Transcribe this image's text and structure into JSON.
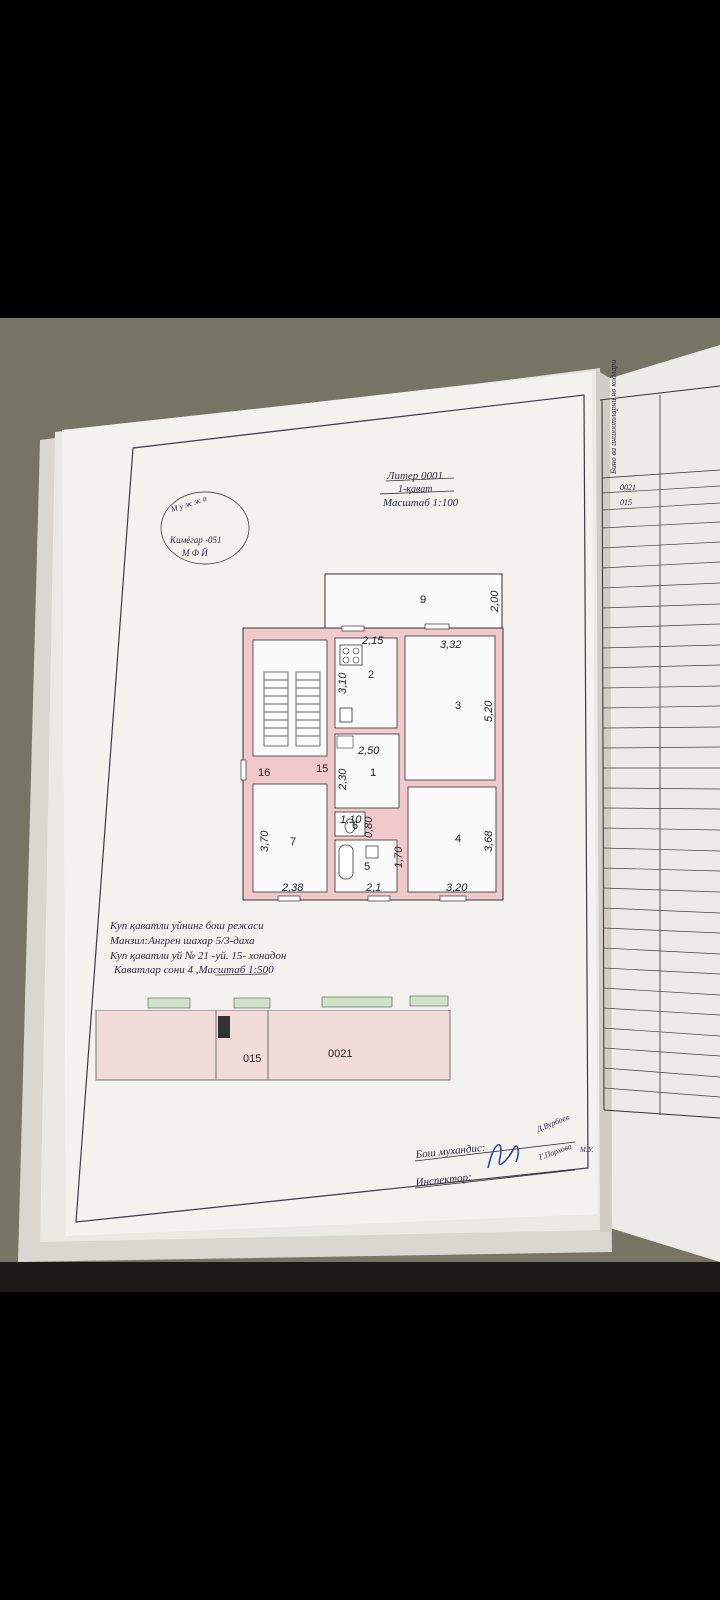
{
  "header": {
    "liter": "Литер 0001",
    "floor": "1-қават",
    "scale": "Масштаб 1:100"
  },
  "stamp": {
    "arc_text": "М у ж ж а",
    "line1": "Кимёгар -051",
    "line2": "М Ф Й"
  },
  "rooms": {
    "r1": "1",
    "r2": "2",
    "r3": "3",
    "r4": "4",
    "r5": "5",
    "r6": "6",
    "r7": "7",
    "r9": "9",
    "r15": "15",
    "r16": "16"
  },
  "dims": {
    "d200": "2,00",
    "d215": "2,15",
    "d332": "3,32",
    "d310": "3,10",
    "d520": "5,20",
    "d250": "2,50",
    "d230": "2,30",
    "d110": "1,10",
    "d080": "0,80",
    "d370": "3,70",
    "d368": "3,68",
    "d170": "1,70",
    "d238": "2,38",
    "d21": "2,1",
    "d320": "3,20"
  },
  "info": {
    "line1": "Куп қаватли уйнинг бош режаси",
    "line2": "Манзил:Ангрен шахар 5/3-даха",
    "line3": "Куп қаватли уй № 21 -уй. 15- хонадон",
    "line4": "Каватлар сони 4 ,Масштаб 1:500"
  },
  "site_plan": {
    "left_label": "015",
    "right_label": "0021"
  },
  "signatures": {
    "engineer_label": "Бош мухандис:",
    "engineer_name": "Д.Вурбоев",
    "inspector_label": "Инспектор:",
    "inspector_name": "Г.Порхова",
    "mark": "М.У."
  },
  "right_page": {
    "header": "Бино ва иншоотларни но кодлари",
    "code1": "0021",
    "code2": "015"
  }
}
